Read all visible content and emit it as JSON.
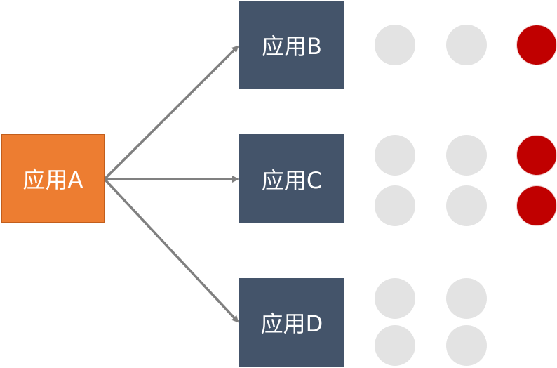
{
  "nodes": {
    "source": {
      "label": "应用A",
      "color": "#ed7d31"
    },
    "targets": [
      {
        "id": "b",
        "label": "应用B"
      },
      {
        "id": "c",
        "label": "应用C"
      },
      {
        "id": "d",
        "label": "应用D"
      }
    ],
    "target_color": "#44546a"
  },
  "edges": [
    {
      "from": "A",
      "to": "B"
    },
    {
      "from": "A",
      "to": "C"
    },
    {
      "from": "A",
      "to": "D"
    }
  ],
  "colors": {
    "arrow": "#808080",
    "dot_idle": "#e3e3e3",
    "dot_busy": "#c00000"
  }
}
